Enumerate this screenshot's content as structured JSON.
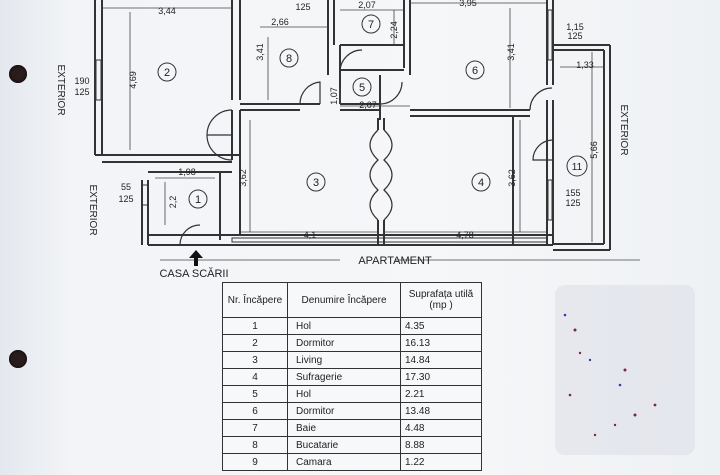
{
  "plan": {
    "labels": {
      "exterior_left_top": "EXTERIOR",
      "exterior_left_bottom": "EXTERIOR",
      "exterior_right": "EXTERIOR",
      "stair": "CASA SCĂRII",
      "apartment": "APARTAMENT"
    },
    "dimensions": {
      "d344": "3,44",
      "d125top": "125",
      "d266": "2,66",
      "d207a": "2,07",
      "d395": "3,95",
      "d115": "1,15",
      "d125b": "125",
      "d469": "4,69",
      "d341a": "3,41",
      "d224": "2,24",
      "d341b": "3,41",
      "d133": "1,33",
      "d190": "190",
      "d125c": "125",
      "d107": "1,07",
      "d207b": "2,07",
      "d566": "5,66",
      "d198": "1,98",
      "d362a": "3,62",
      "d362b": "3,62",
      "d55": "55",
      "d125d": "125",
      "d22": "2,2",
      "d155": "155",
      "d125e": "125",
      "d41": "4,1",
      "d478": "4,78"
    },
    "rooms": [
      "1",
      "2",
      "3",
      "4",
      "5",
      "6",
      "7",
      "8",
      "11"
    ]
  },
  "table": {
    "headers": [
      "Nr. Încăpere",
      "Denumire Încăpere",
      "Suprafața utilă (mp )"
    ],
    "rows": [
      {
        "nr": "1",
        "name": "Hol",
        "area": "4.35"
      },
      {
        "nr": "2",
        "name": "Dormitor",
        "area": "16.13"
      },
      {
        "nr": "3",
        "name": "Living",
        "area": "14.84"
      },
      {
        "nr": "4",
        "name": "Sufragerie",
        "area": "17.30"
      },
      {
        "nr": "5",
        "name": "Hol",
        "area": "2.21"
      },
      {
        "nr": "6",
        "name": "Dormitor",
        "area": "13.48"
      },
      {
        "nr": "7",
        "name": "Baie",
        "area": "4.48"
      },
      {
        "nr": "8",
        "name": "Bucatarie",
        "area": "8.88"
      },
      {
        "nr": "9",
        "name": "Camara",
        "area": "1.22"
      }
    ]
  }
}
